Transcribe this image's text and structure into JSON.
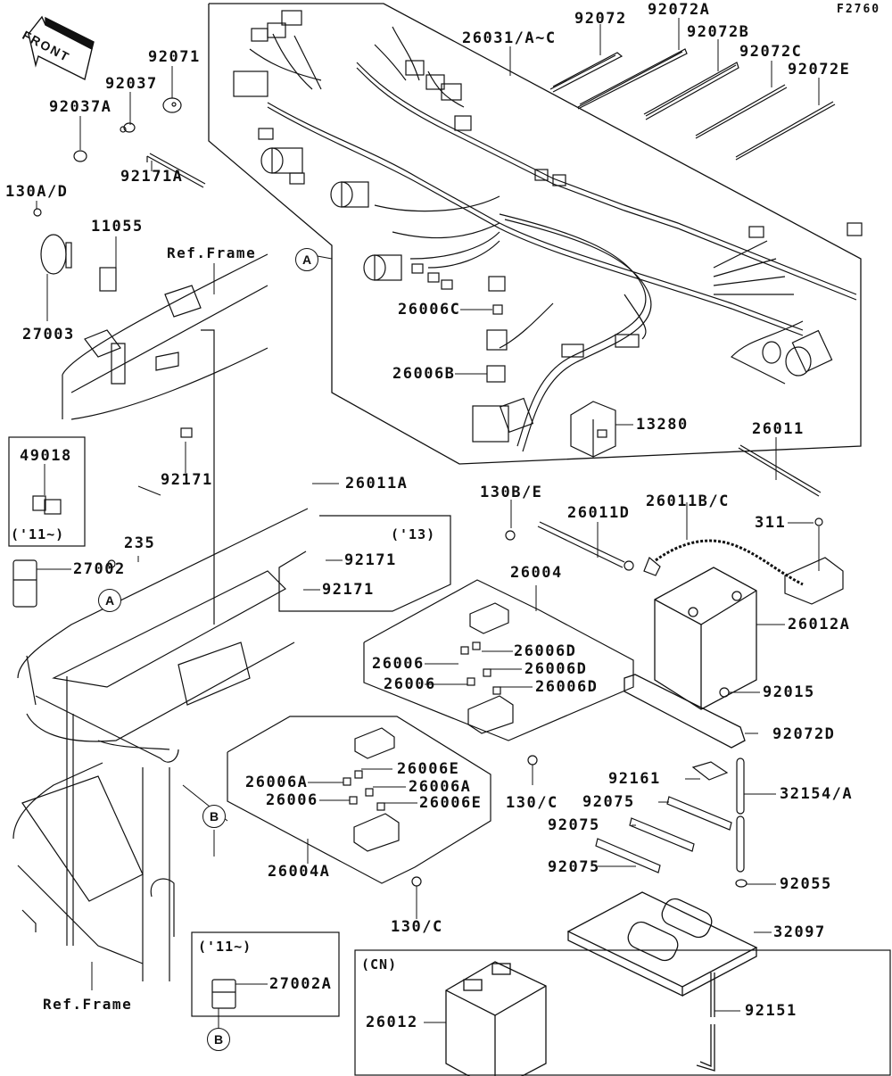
{
  "figure_id": "F2760",
  "front_marker": "FRONT",
  "ref_frame_label": "Ref.Frame",
  "callouts": {
    "A": "A",
    "B": "B"
  },
  "notes": {
    "y13": "('13)",
    "y11_a": "('11~)",
    "y11_b": "('11~)",
    "cn": "(CN)"
  },
  "parts": {
    "p92071": "92071",
    "p92037": "92037",
    "p92037A": "92037A",
    "p92171A": "92171A",
    "p130AD": "130A/D",
    "p11055": "11055",
    "p27003": "27003",
    "p26031": "26031/A~C",
    "p92072": "92072",
    "p92072A": "92072A",
    "p92072B": "92072B",
    "p92072C": "92072C",
    "p92072E": "92072E",
    "p26006C": "26006C",
    "p26006B": "26006B",
    "p13280": "13280",
    "p26011": "26011",
    "p92171_top": "92171",
    "p49018": "49018",
    "p26011A": "26011A",
    "p235": "235",
    "p27002": "27002",
    "p92171_a": "92171",
    "p92171_b": "92171",
    "p130BE": "130B/E",
    "p26011D": "26011D",
    "p26011BC": "26011B/C",
    "p311": "311",
    "p26004": "26004",
    "p26012A": "26012A",
    "p26006_1": "26006",
    "p26006_2": "26006",
    "p26006D_1": "26006D",
    "p26006D_2": "26006D",
    "p26006D_3": "26006D",
    "p92015": "92015",
    "p92072D": "92072D",
    "p130C_1": "130/C",
    "p26006A_1": "26006A",
    "p26006A_2": "26006A",
    "p26006_3": "26006",
    "p26006E_1": "26006E",
    "p26006E_2": "26006E",
    "p92161": "92161",
    "p32154A": "32154/A",
    "p92075_1": "92075",
    "p92075_2": "92075",
    "p92075_3": "92075",
    "p92055": "92055",
    "p26004A": "26004A",
    "p130C_2": "130/C",
    "p32097": "32097",
    "p27002A": "27002A",
    "p92151": "92151",
    "p26012": "26012"
  }
}
